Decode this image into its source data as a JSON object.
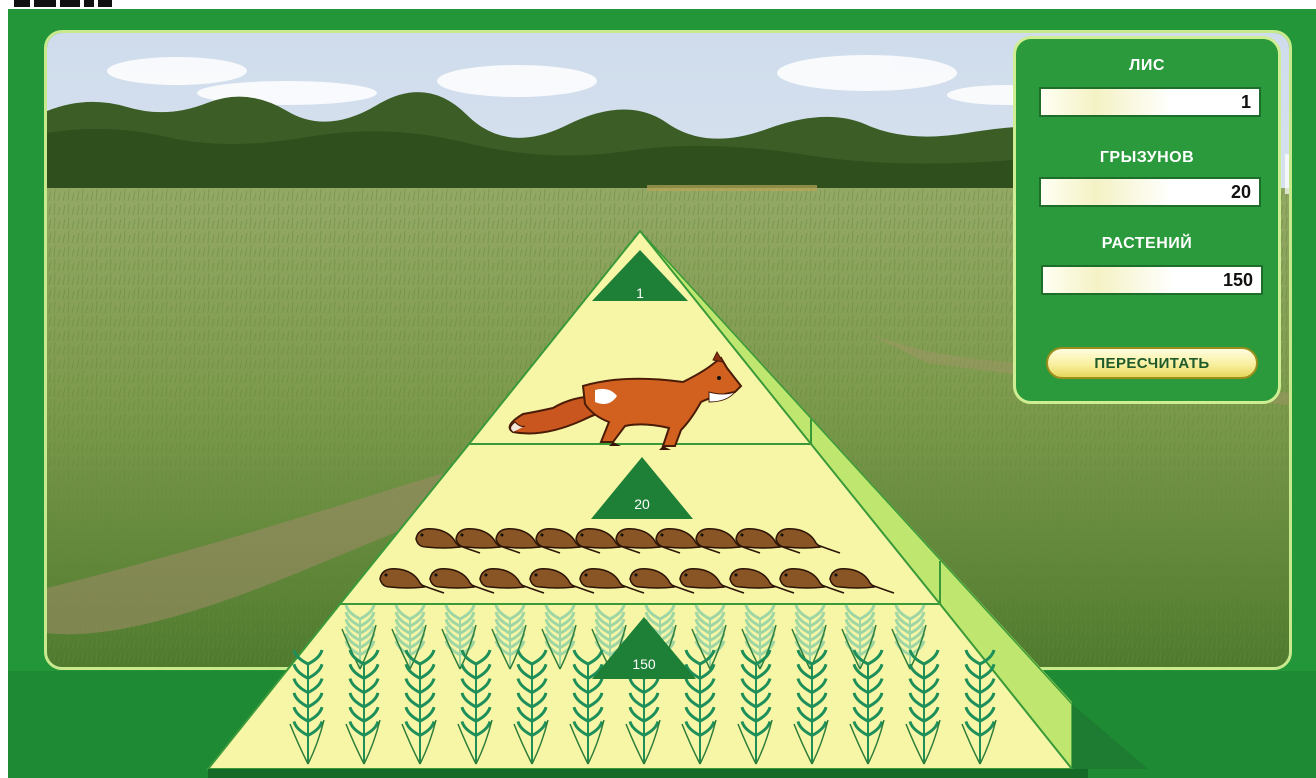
{
  "panel": {
    "foxes_label": "ЛИС",
    "foxes_value": "1",
    "rodents_label": "ГРЫЗУНОВ",
    "rodents_value": "20",
    "plants_label": "РАСТЕНИЙ",
    "plants_value": "150",
    "recalc_label": "ПЕРЕСЧИТАТЬ"
  },
  "pyramid": {
    "top_count": "1",
    "middle_count": "20",
    "bottom_count": "150",
    "tiers": {
      "top_icon": "fox-icon",
      "middle_icon": "rodent-icon",
      "bottom_icon": "plant-icon"
    }
  },
  "colors": {
    "frame_green": "#23963a",
    "pyramid_fill": "#f7f6a6",
    "pyramid_edge": "#3a9a3a",
    "badge_green": "#1e7f36",
    "side_face": "#b9e46a"
  }
}
